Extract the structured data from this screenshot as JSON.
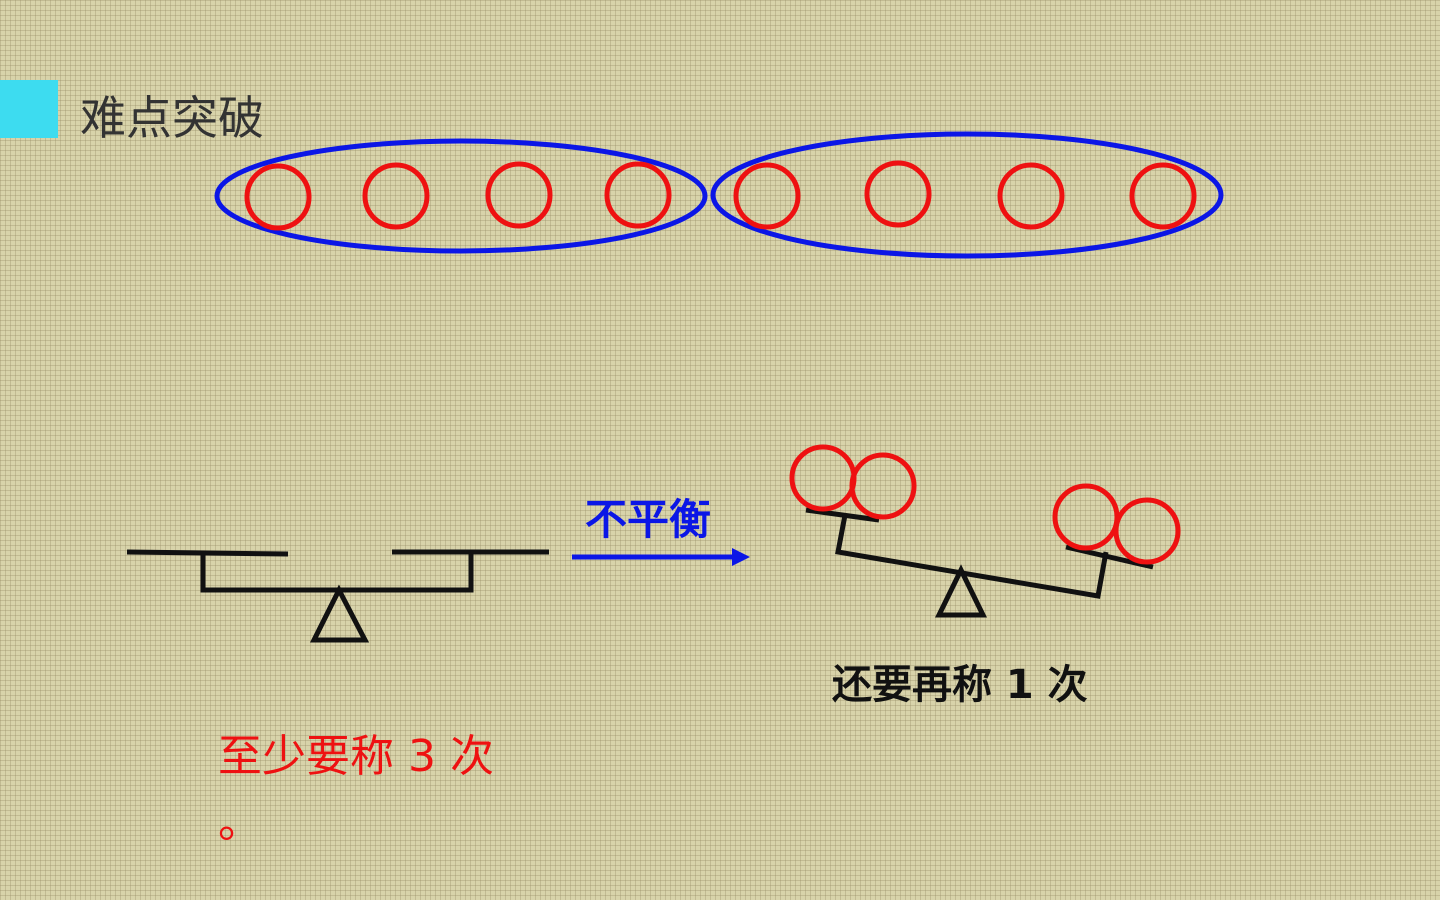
{
  "slide": {
    "title": "难点突破",
    "unbalanced_label": "不平衡",
    "weigh_again_label": "还要再称 1 次",
    "at_least_label": "至少要称 3 次",
    "at_least_period": "。"
  },
  "groups": [
    {
      "name": "left-group",
      "ball_count": 4
    },
    {
      "name": "right-group",
      "ball_count": 4
    }
  ],
  "colors": {
    "accent_marker": "#3ddcf0",
    "group_outline": "#0b16e6",
    "ball_outline": "#ee1111",
    "scale_stroke": "#111111",
    "arrow": "#0b16e6"
  },
  "icons": {
    "balanced_scale": "balance-scale-level",
    "tilted_scale": "balance-scale-tilted",
    "arrow": "right-arrow"
  }
}
